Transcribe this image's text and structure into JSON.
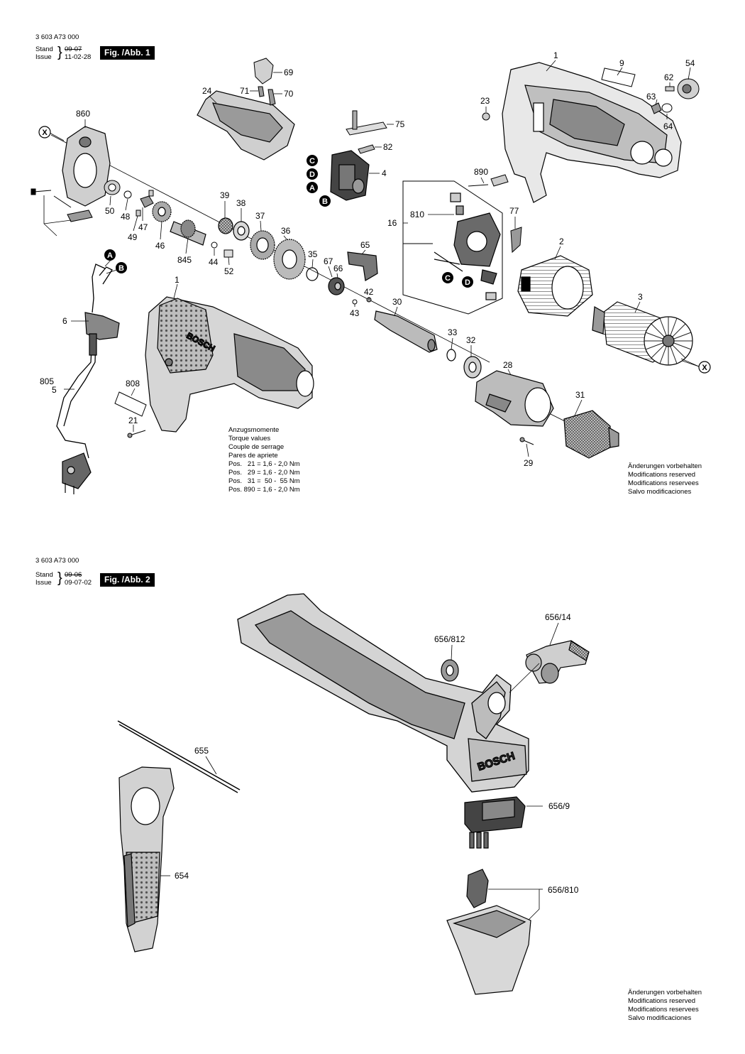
{
  "fig1": {
    "doc_number": "3 603 A73 000",
    "stand_label": "Stand",
    "issue_label": "Issue",
    "stand_date": "09-07",
    "issue_date": "11-02-28",
    "fig_label": "Fig. /Abb. 1",
    "torque": {
      "heading": [
        "Anzugsmomente",
        "Torque values",
        "Couple de serrage",
        "Pares de apriete"
      ],
      "rows": [
        "Pos.   21 = 1,6 - 2,0 Nm",
        "Pos.   29 = 1,6 - 2,0 Nm",
        "Pos.   31 =  50 -  55 Nm",
        "Pos. 890 = 1,6 - 2,0 Nm"
      ]
    },
    "modifications": [
      "Änderungen vorbehalten",
      "Modifications reserved",
      "Modifications reservees",
      "Salvo modificaciones"
    ],
    "part_labels": [
      "1",
      "9",
      "54",
      "62",
      "63",
      "64",
      "23",
      "69",
      "71",
      "70",
      "24",
      "860",
      "75",
      "82",
      "4",
      "890",
      "16",
      "810",
      "77",
      "2",
      "3",
      "39",
      "38",
      "37",
      "36",
      "50",
      "48",
      "47",
      "49",
      "46",
      "845",
      "44",
      "52",
      "35",
      "65",
      "67",
      "66",
      "42",
      "43",
      "30",
      "33",
      "32",
      "28",
      "31",
      "29",
      "6",
      "805",
      "5",
      "808",
      "21",
      "1"
    ],
    "connector_letters": [
      "X",
      "C",
      "D",
      "A",
      "B",
      "A",
      "B",
      "C",
      "D",
      "X"
    ]
  },
  "fig2": {
    "doc_number": "3 603 A73 000",
    "stand_label": "Stand",
    "issue_label": "Issue",
    "stand_date": "09-06",
    "issue_date": "09-07-02",
    "fig_label": "Fig. /Abb. 2",
    "modifications": [
      "Änderungen vorbehalten",
      "Modifications reserved",
      "Modifications reservees",
      "Salvo modificaciones"
    ],
    "part_labels": [
      "656/14",
      "656/812",
      "655",
      "656/9",
      "654",
      "656/810"
    ]
  },
  "colors": {
    "ink": "#000000",
    "paper": "#ffffff",
    "grey": "#8a8a8a",
    "light": "#d6d6d6"
  }
}
